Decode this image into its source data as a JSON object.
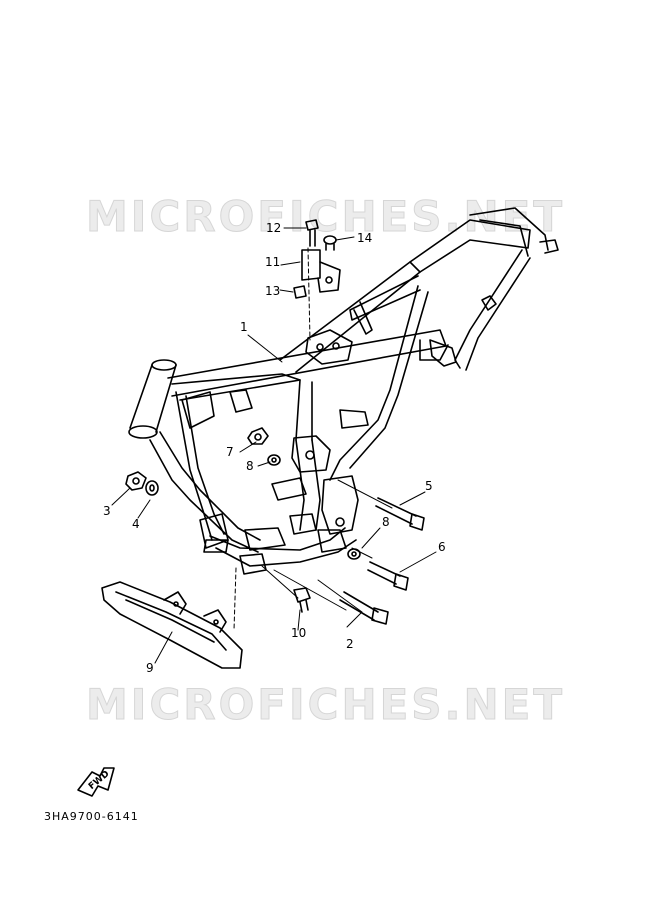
{
  "watermark": {
    "top": "MICROFICHES.NET",
    "bottom": "MICROFICHES.NET"
  },
  "callouts": {
    "c1": "1",
    "c2": "2",
    "c3": "3",
    "c4": "4",
    "c5": "5",
    "c6": "6",
    "c7": "7",
    "c8a": "8",
    "c8b": "8",
    "c9": "9",
    "c10": "10",
    "c11": "11",
    "c12": "12",
    "c13": "13",
    "c14": "14"
  },
  "fwd_label": "FWD",
  "part_code": "3HA9700-6141"
}
